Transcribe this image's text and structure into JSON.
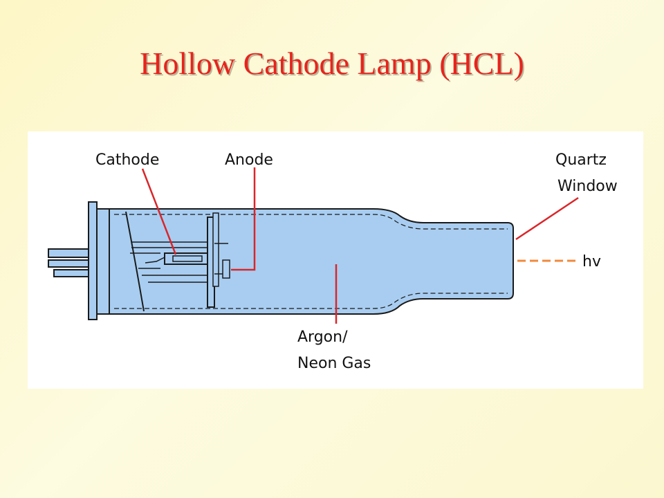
{
  "title": "Hollow Cathode Lamp (HCL)",
  "labels": {
    "cathode": "Cathode",
    "anode": "Anode",
    "quartz": "Quartz",
    "window": "Window",
    "hv": "hv",
    "argon": "Argon/",
    "neon": "Neon Gas"
  },
  "colors": {
    "title": "#e8231c",
    "tube_fill": "#a8cdf0",
    "leader_line": "#d9262a",
    "emission": "#f08a3c",
    "outline": "#1a1a1a"
  }
}
